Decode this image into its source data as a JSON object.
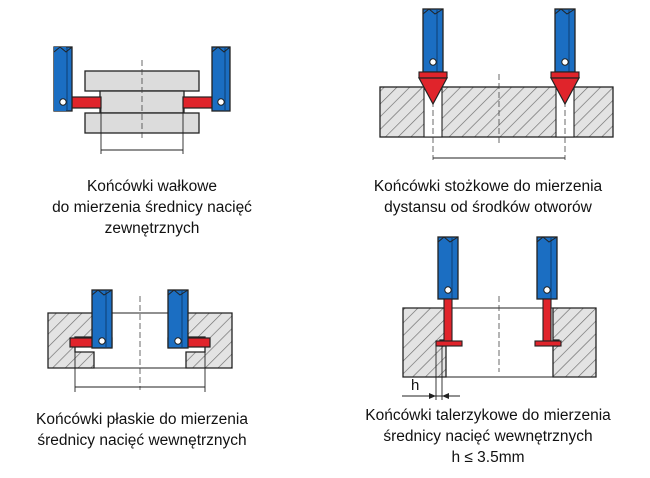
{
  "colors": {
    "probe": "#1b6ec2",
    "tip": "#e0242b",
    "part": "#d9d9d9",
    "outline": "#222222",
    "hatch": "#555555"
  },
  "panels": [
    {
      "id": "roller",
      "caption": [
        "Końcówki wałkowe",
        "do mierzenia średnicy nacięć",
        "zewnętrznych"
      ]
    },
    {
      "id": "conical",
      "caption": [
        "Końcówki stożkowe do mierzenia",
        "dystansu od środków otworów"
      ]
    },
    {
      "id": "flat",
      "caption": [
        "Końcówki płaskie do mierzenia",
        "średnicy nacięć wewnętrznych"
      ]
    },
    {
      "id": "disc",
      "caption": [
        "Końcówki talerzykowe do mierzenia",
        "średnicy nacięć wewnętrznych",
        "h ≤ 3.5mm"
      ],
      "dimension_label": "h"
    }
  ]
}
